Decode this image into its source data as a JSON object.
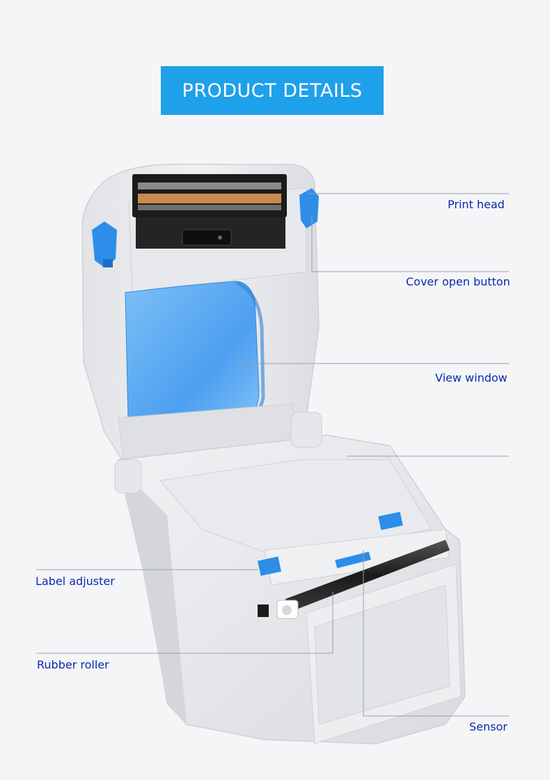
{
  "header": {
    "title": "PRODUCT DETAILS"
  },
  "callouts": {
    "print_head": "Print head",
    "cover_open_button": "Cover open button",
    "view_window": "View window",
    "label_adjuster": "Label adjuster",
    "rubber_roller": "Rubber roller",
    "sensor": "Sensor"
  },
  "colors": {
    "banner_bg": "#1fa0ea",
    "label_text": "#0e2aa8",
    "accent_blue": "#2c8ee8",
    "window_blue": "#5aa9f0",
    "body_gray": "#e4e5e8"
  }
}
